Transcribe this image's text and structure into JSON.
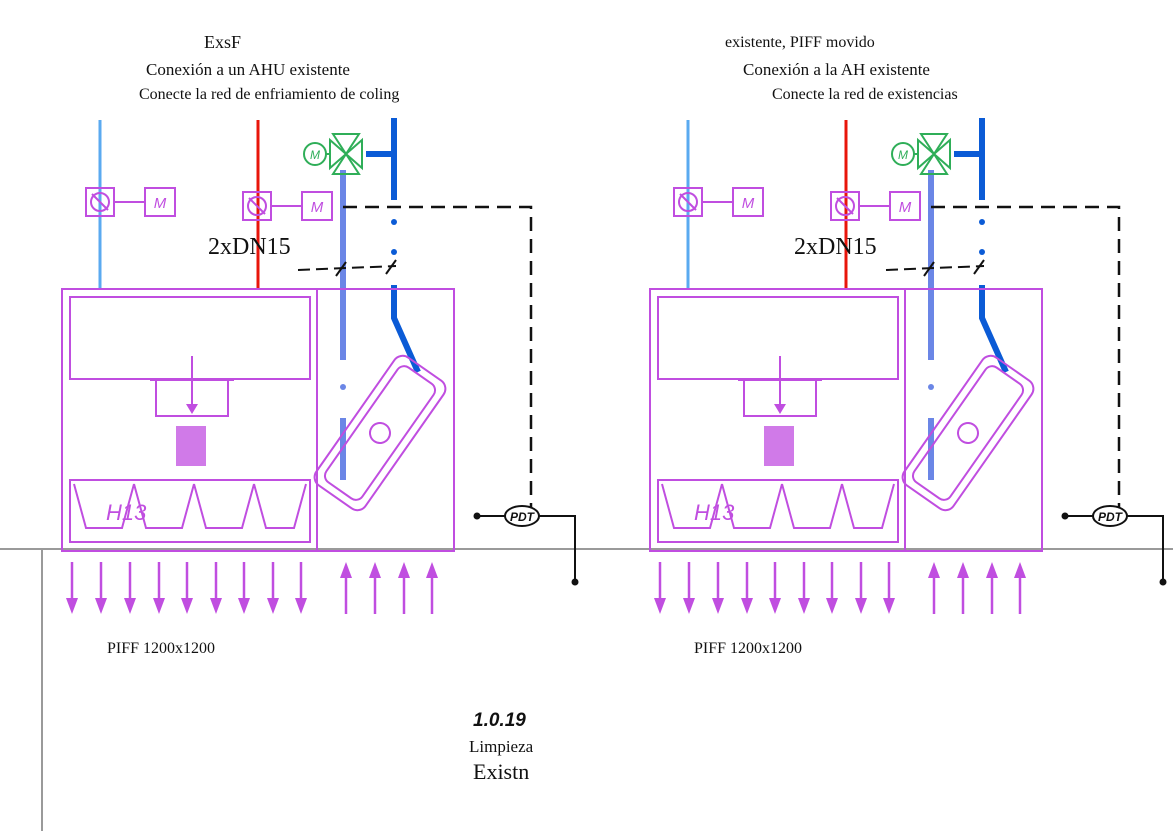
{
  "colors": {
    "unit": "#c04ee0",
    "supply": "#e8150b",
    "return": "#0b5bd6",
    "return_light": "#6b86e6",
    "cold_water": "#5aaaf0",
    "valve_green": "#2fae58",
    "ground": "#999999"
  },
  "left": {
    "header": {
      "line1": "ExsF",
      "line2": "Conexión a un AHU existente",
      "line3": "Conecte la red de enfriamiento de coling"
    },
    "pipe_label": "2xDN15",
    "motor_label_1": "M",
    "motor_label_2": "M",
    "valve_motor_label": "M",
    "filter_label": "H13",
    "pdt_label": "PDT",
    "grille_label": "PIFF 1200x1200"
  },
  "right": {
    "header": {
      "line1": "existente, PIFF movido",
      "line2": "Conexión a la AH existente",
      "line3": "Conecte la red de existencias"
    },
    "pipe_label": "2xDN15",
    "motor_label_1": "M",
    "motor_label_2": "M",
    "valve_motor_label": "M",
    "filter_label": "H13",
    "pdt_label": "PDT",
    "grille_label": "PIFF 1200x1200"
  },
  "room": {
    "code": "1.0.19",
    "name": "Limpieza",
    "status": "Existn"
  }
}
